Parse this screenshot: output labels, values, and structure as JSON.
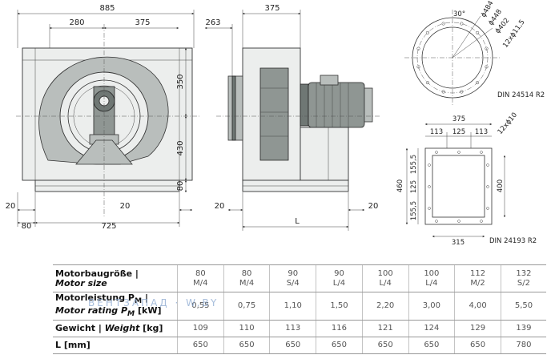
{
  "front_view": {
    "dims": {
      "overall_width": "885",
      "left_offset": "280",
      "right_half": "375",
      "upper_height": "350",
      "lower_height": "430",
      "base_height": "80",
      "left_foot": "20",
      "foot_offset": "80",
      "base_length": "725",
      "right_foot": "20"
    }
  },
  "side_view": {
    "dims": {
      "depth": "375",
      "flange": "263",
      "left_foot": "20",
      "right_foot": "20",
      "length": "L"
    }
  },
  "outlet_flange": {
    "dims": {
      "angle": "30°",
      "d1": "ϕ484",
      "d2": "ϕ448",
      "d3": "ϕ402",
      "holes": "12xϕ11,5"
    },
    "standard": "DIN 24514 R2"
  },
  "inlet_flange": {
    "dims": {
      "width": "375",
      "seg1": "113",
      "seg2": "125",
      "seg3": "113",
      "holes": "12xϕ10",
      "h_seg1": "155,5",
      "h_seg2": "125",
      "h_seg3": "155,5",
      "outer_height": "460",
      "inner_height": "400",
      "inner_width": "315"
    },
    "standard": "DIN 24193 R2"
  },
  "table": {
    "rows": [
      {
        "label_de": "Motorbaugröße |",
        "label_en": "Motor size",
        "values": [
          "80\nM/4",
          "80\nM/4",
          "90\nS/4",
          "90\nL/4",
          "100\nL/4",
          "100\nL/4",
          "112\nM/2",
          "132\nS/2"
        ]
      },
      {
        "label_de": "Motorleistung P",
        "label_de_sub": "M",
        "label_de_tail": " |",
        "label_en": "Motor rating P",
        "label_en_sub": "M",
        "label_en_tail": " [kW]",
        "values": [
          "0,55",
          "0,75",
          "1,10",
          "1,50",
          "2,20",
          "3,00",
          "4,00",
          "5,50"
        ]
      },
      {
        "label_de": "Gewicht | ",
        "label_en": "Weight",
        "label_unit": " [kg]",
        "values": [
          "109",
          "110",
          "113",
          "116",
          "121",
          "124",
          "129",
          "139"
        ]
      },
      {
        "label_de": "L [mm]",
        "values": [
          "650",
          "650",
          "650",
          "650",
          "650",
          "650",
          "650",
          "780"
        ]
      }
    ]
  },
  "watermark": "ВЕНТЗАПАД · W.BY",
  "colors": {
    "housing": "#eceeed",
    "motor": "#8f9693",
    "line": "#333333"
  }
}
